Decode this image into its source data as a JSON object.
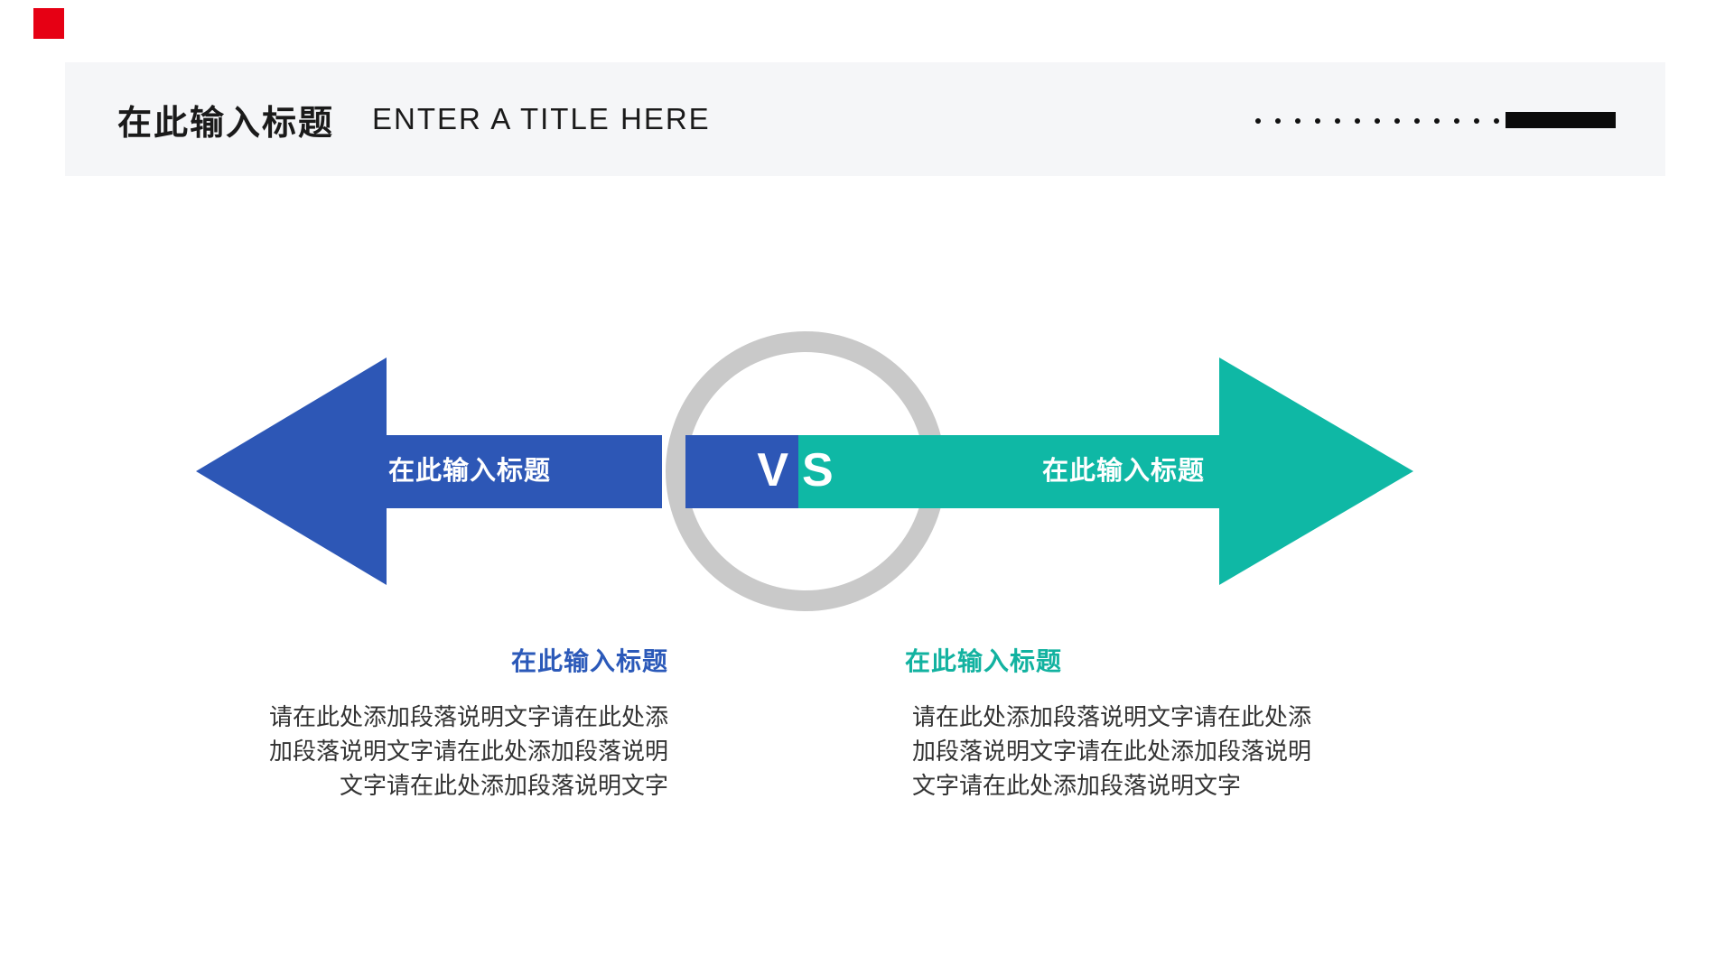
{
  "slide": {
    "background": "#ffffff"
  },
  "decor": {
    "red_square": {
      "color": "#e60014"
    }
  },
  "header": {
    "background": "#f5f6f8",
    "title_zh": "在此输入标题",
    "title_en": "ENTER A TITLE HERE",
    "text_color": "#1a1a1a",
    "dots": {
      "count": 13,
      "color": "#111111"
    },
    "accent_bar_color": "#0b0b0b"
  },
  "diagram": {
    "ring_color": "#c9c9c9",
    "vs_left_letter": "V",
    "vs_right_letter": "S",
    "vs_text_color": "#ffffff",
    "left_arrow": {
      "label": "在此输入标题",
      "color": "#2d57b6",
      "label_color": "#ffffff"
    },
    "right_arrow": {
      "label": "在此输入标题",
      "color": "#0fb8a5",
      "label_color": "#ffffff"
    }
  },
  "sections": {
    "left": {
      "heading": "在此输入标题",
      "heading_color": "#2b59b9",
      "body_color": "#333333",
      "paragraph_lines": [
        "请在此处添加段落说明文字请在此处添",
        "加段落说明文字请在此处添加段落说明",
        "文字请在此处添加段落说明文字"
      ]
    },
    "right": {
      "heading": "在此输入标题",
      "heading_color": "#12b2a0",
      "body_color": "#333333",
      "paragraph_lines": [
        "请在此处添加段落说明文字请在此处添",
        "加段落说明文字请在此处添加段落说明",
        "文字请在此处添加段落说明文字"
      ]
    }
  }
}
